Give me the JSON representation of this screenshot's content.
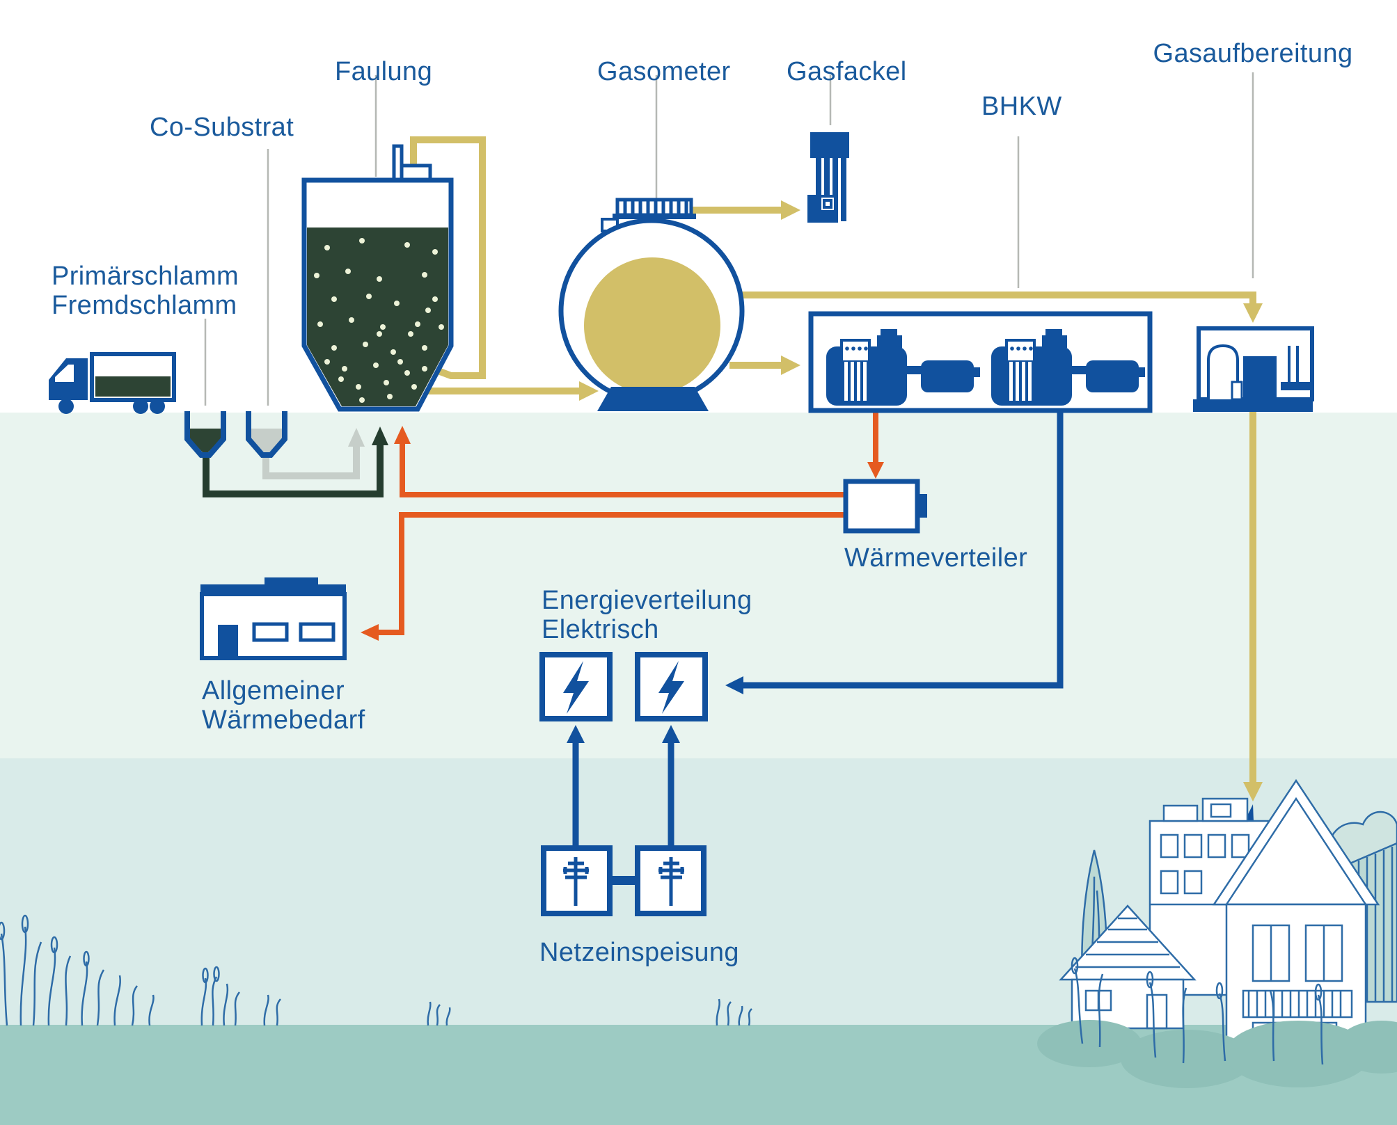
{
  "diagram_title_note": "Biogas process flow diagram (all visible text captured below)",
  "labels": {
    "faulung": "Faulung",
    "gasometer": "Gasometer",
    "gasfackel": "Gasfackel",
    "bhkw": "BHKW",
    "gasaufbereitung": "Gasaufbereitung",
    "co_substrat": "Co-Substrat",
    "primaerschlamm": "Primärschlamm",
    "fremdschlamm": "Fremdschlamm",
    "waermeverteiler": "Wärmeverteiler",
    "allgemeiner_waermebedarf_line1": "Allgemeiner",
    "allgemeiner_waermebedarf_line2": "Wärmebedarf",
    "energieverteilung_line1": "Energieverteilung",
    "energieverteilung_line2": "Elektrisch",
    "netzeinspeisung": "Netzeinspeisung"
  },
  "nodes": [
    {
      "id": "truck",
      "label": "Primärschlamm / Fremdschlamm Anlieferung",
      "icon": "truck-icon"
    },
    {
      "id": "hopper-sludge",
      "label": "Primärschlamm Fremdschlamm",
      "icon": "hopper-dark-icon"
    },
    {
      "id": "hopper-cosubstrat",
      "label": "Co-Substrat",
      "icon": "hopper-gray-icon"
    },
    {
      "id": "digester",
      "label": "Faulung",
      "icon": "digester-tank-icon"
    },
    {
      "id": "gasometer",
      "label": "Gasometer",
      "icon": "gas-holder-icon"
    },
    {
      "id": "flare",
      "label": "Gasfackel",
      "icon": "gas-flare-icon"
    },
    {
      "id": "chp",
      "label": "BHKW",
      "icon": "engine-generator-icon"
    },
    {
      "id": "gas-upgrading",
      "label": "Gasaufbereitung",
      "icon": "plant-icon"
    },
    {
      "id": "heat-distributor",
      "label": "Wärmeverteiler",
      "icon": "heat-box-icon"
    },
    {
      "id": "heat-demand",
      "label": "Allgemeiner Wärmebedarf",
      "icon": "factory-building-icon"
    },
    {
      "id": "elec-distribution",
      "label": "Energieverteilung Elektrisch",
      "icon": "lightning-icon"
    },
    {
      "id": "grid-feed",
      "label": "Netzeinspeisung",
      "icon": "power-pole-icon"
    },
    {
      "id": "gas-flame",
      "label": "",
      "icon": "flame-icon"
    }
  ],
  "flows": [
    {
      "from": "hopper-sludge",
      "to": "digester",
      "type": "sludge",
      "color": "#253d2f"
    },
    {
      "from": "hopper-cosubstrat",
      "to": "digester",
      "type": "substrate",
      "color": "#c6cec9"
    },
    {
      "from": "digester",
      "to": "gasometer",
      "type": "gas",
      "color": "#d2bf68"
    },
    {
      "from": "gasometer",
      "to": "flare",
      "type": "gas",
      "color": "#d2bf68"
    },
    {
      "from": "gasometer",
      "to": "chp",
      "type": "gas",
      "color": "#d2bf68"
    },
    {
      "from": "gasometer",
      "to": "gas-upgrading",
      "type": "gas",
      "color": "#d2bf68"
    },
    {
      "from": "gas-upgrading",
      "to": "gas-flame",
      "type": "gas",
      "color": "#d2bf68"
    },
    {
      "from": "chp",
      "to": "heat-distributor",
      "type": "heat",
      "color": "#e55a20"
    },
    {
      "from": "heat-distributor",
      "to": "digester",
      "type": "heat",
      "color": "#e55a20"
    },
    {
      "from": "heat-distributor",
      "to": "heat-demand",
      "type": "heat",
      "color": "#e55a20"
    },
    {
      "from": "chp",
      "to": "elec-distribution",
      "type": "electricity",
      "color": "#11519e"
    },
    {
      "from": "grid-feed",
      "to": "elec-distribution",
      "type": "electricity",
      "color": "#11519e"
    }
  ],
  "colors": {
    "shape_blue": "#11519e",
    "text_blue": "#1a5a9c",
    "gas_gold": "#d2bf68",
    "heat_orange": "#e55a20",
    "sludge_dark_green": "#2d4434",
    "sludge_pipe": "#253d2f",
    "substrate_gray": "#c6cec9",
    "leader_gray": "#b5b8b4",
    "band_white": "#ffffff",
    "band_mint": "#e9f4ef",
    "band_pale_blue": "#d9ebe9",
    "band_ground_teal": "#9dcbc3",
    "bubble": "#edf3d8",
    "sketch_blue": "#2e6ca7",
    "bush_teal": "#8fc0b8"
  }
}
